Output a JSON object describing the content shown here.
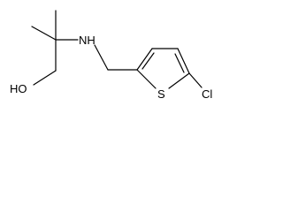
{
  "atoms": {
    "hydroxyl": "HO",
    "amine": "NH",
    "sulfur": "S",
    "chlorine": "Cl"
  }
}
